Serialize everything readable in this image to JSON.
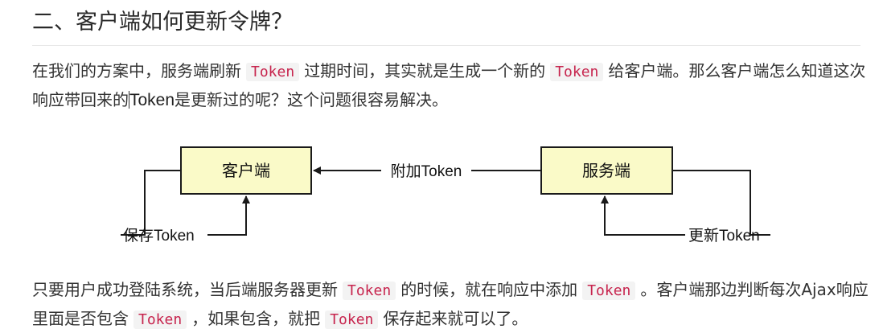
{
  "heading": "二、客户端如何更新令牌？",
  "para1": {
    "t1": "在我们的方案中，服务端刷新",
    "code1": "Token",
    "t2": "过期时间，其实就是生成一个新的",
    "code2": "Token",
    "t3": "给客户端。那么客户端怎么知道这次响应带回来的",
    "token_plain": "Token",
    "t4": "是更新过的呢？这个问题很容易解决。"
  },
  "diagram": {
    "client_label": "客户端",
    "server_label": "服务端",
    "attach_label": "附加Token",
    "save_label": "保存Token",
    "update_label": "更新Token",
    "box_fill": "#fafac8",
    "box_stroke": "#1a1a1a"
  },
  "para2": {
    "t1": "只要用户成功登陆系统，当后端服务器更新",
    "code1": "Token",
    "t2": "的时候，就在响应中添加",
    "code2": "Token",
    "t3": "。客户端那边判断每次Ajax响应里面是否包含",
    "code3": "Token",
    "t4": "，如果包含，就把",
    "code4": "Token",
    "t5": "保存起来就可以了。"
  }
}
